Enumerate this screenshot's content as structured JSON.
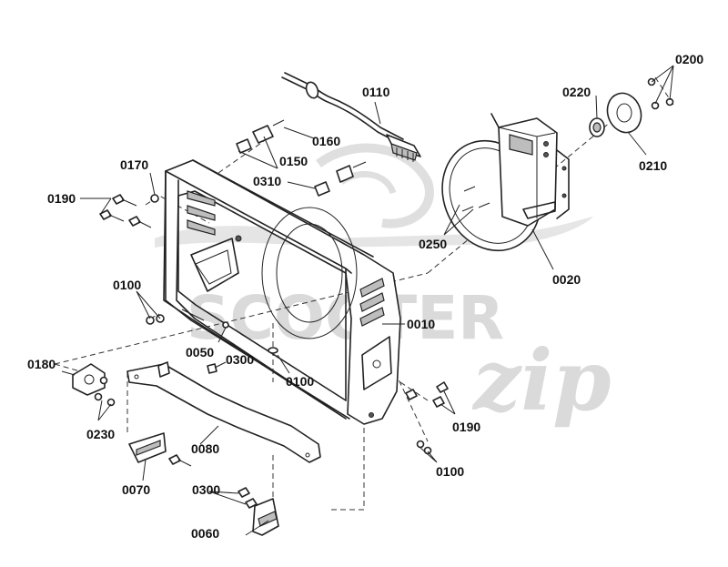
{
  "watermark": {
    "brand": "SCOOTER",
    "script": "zip"
  },
  "callouts": [
    {
      "id": "0010",
      "label": "0010"
    },
    {
      "id": "0020",
      "label": "0020"
    },
    {
      "id": "0050",
      "label": "0050"
    },
    {
      "id": "0060",
      "label": "0060"
    },
    {
      "id": "0070",
      "label": "0070"
    },
    {
      "id": "0080",
      "label": "0080"
    },
    {
      "id": "0100a",
      "label": "0100"
    },
    {
      "id": "0100b",
      "label": "0100"
    },
    {
      "id": "0100c",
      "label": "0100"
    },
    {
      "id": "0110",
      "label": "0110"
    },
    {
      "id": "0150",
      "label": "0150"
    },
    {
      "id": "0160",
      "label": "0160"
    },
    {
      "id": "0170",
      "label": "0170"
    },
    {
      "id": "0180",
      "label": "0180"
    },
    {
      "id": "0190a",
      "label": "0190"
    },
    {
      "id": "0190b",
      "label": "0190"
    },
    {
      "id": "0200",
      "label": "0200"
    },
    {
      "id": "0210",
      "label": "0210"
    },
    {
      "id": "0220",
      "label": "0220"
    },
    {
      "id": "0230",
      "label": "0230"
    },
    {
      "id": "0250",
      "label": "0250"
    },
    {
      "id": "0300a",
      "label": "0300"
    },
    {
      "id": "0300b",
      "label": "0300"
    },
    {
      "id": "0310",
      "label": "0310"
    }
  ]
}
